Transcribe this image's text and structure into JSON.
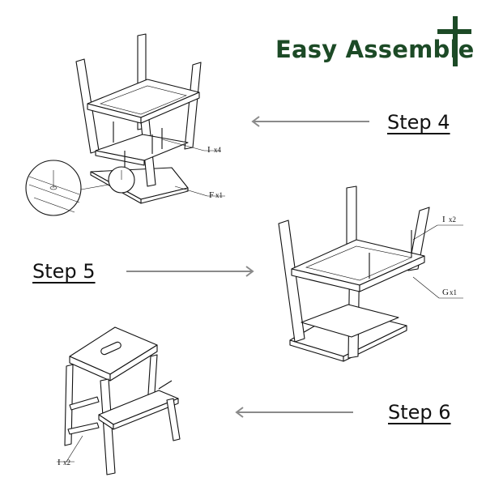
{
  "brand": {
    "text": "Easy Assemble",
    "color": "#1c4a26"
  },
  "steps": [
    {
      "label": "Step 4",
      "parts": [
        {
          "letter": "I",
          "qty": "x4"
        },
        {
          "letter": "F",
          "qty": "x1"
        }
      ]
    },
    {
      "label": "Step 5",
      "parts": [
        {
          "letter": "I",
          "qty": "x2"
        },
        {
          "letter": "G",
          "qty": "x1"
        }
      ]
    },
    {
      "label": "Step 6",
      "parts": [
        {
          "letter": "I",
          "qty": "x2"
        }
      ]
    }
  ],
  "icons": {
    "brand_mark": "cross-icon",
    "arrows": "arrow-left-icon"
  }
}
